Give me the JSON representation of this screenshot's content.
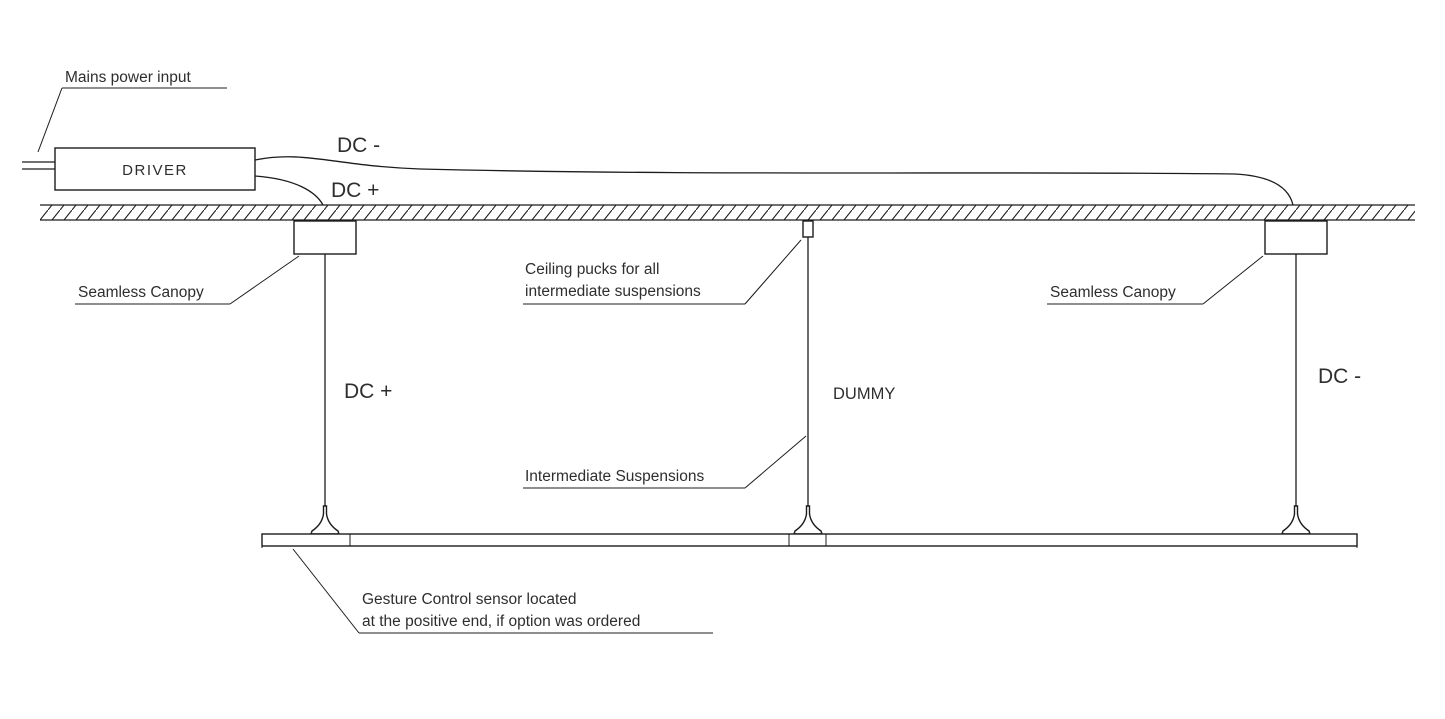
{
  "colors": {
    "line": "#1c1c1c",
    "text": "#2e2e2e",
    "background": "#ffffff"
  },
  "diagram": {
    "labels": {
      "mains_power_input": "Mains power input",
      "driver": "DRIVER",
      "dc_minus_top": "DC -",
      "dc_plus_top": "DC +",
      "seamless_canopy_left": "Seamless Canopy",
      "seamless_canopy_right": "Seamless Canopy",
      "ceiling_pucks_line1": "Ceiling pucks for all",
      "ceiling_pucks_line2": "intermediate suspensions",
      "dc_plus_drop": "DC +",
      "dummy_drop": "DUMMY",
      "dc_minus_drop": "DC -",
      "intermediate_suspensions": "Intermediate Suspensions",
      "gesture_line1": "Gesture Control sensor located",
      "gesture_line2": "at the positive end, if option was ordered"
    }
  }
}
